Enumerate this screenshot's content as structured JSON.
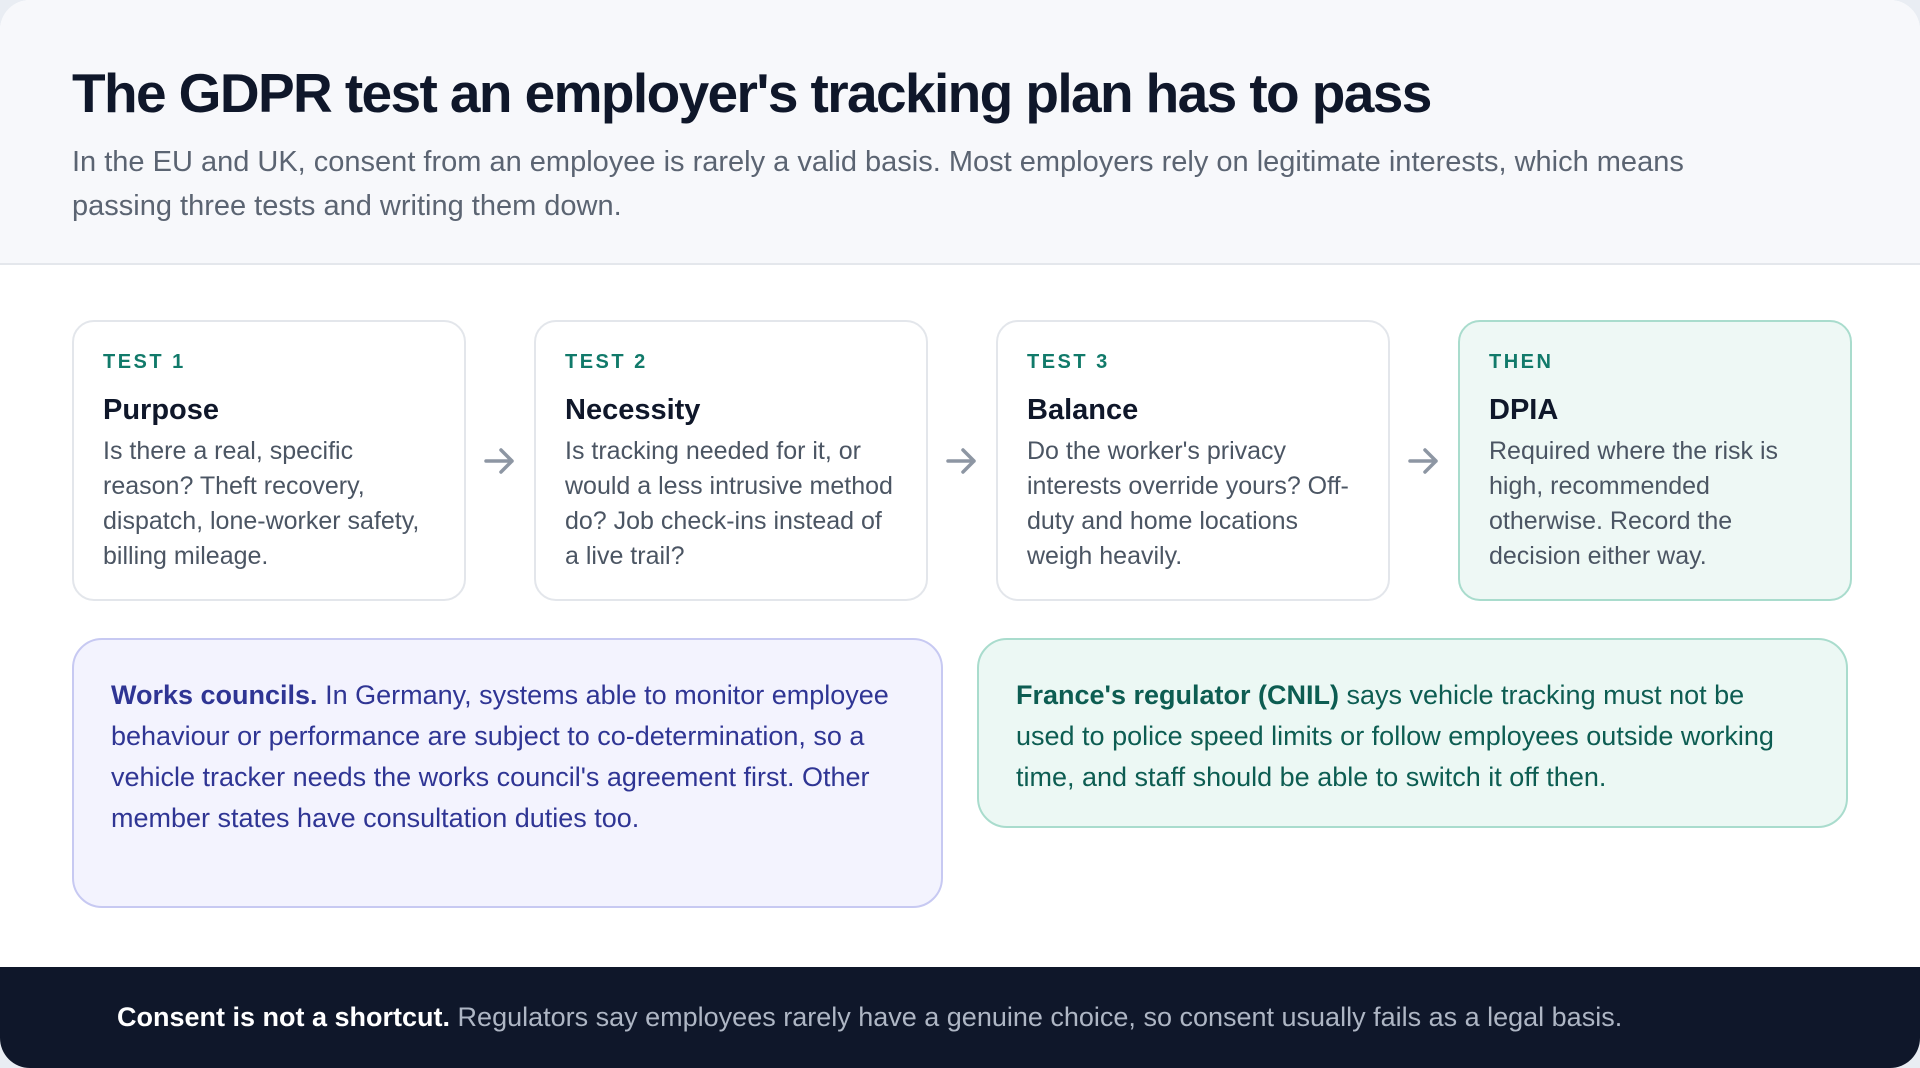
{
  "header": {
    "title": "The GDPR test an employer's tracking plan has to pass",
    "subtitle": "In the EU and UK, consent from an employee is rarely a valid basis. Most employers rely on legitimate interests, which means passing three tests and writing them down."
  },
  "steps": [
    {
      "kicker": "TEST 1",
      "title": "Purpose",
      "body": "Is there a real, specific reason? Theft recovery, dispatch, lone-worker safety, billing mileage."
    },
    {
      "kicker": "TEST 2",
      "title": "Necessity",
      "body": "Is tracking needed for it, or would a less intrusive method do? Job check-ins instead of a live trail?"
    },
    {
      "kicker": "TEST 3",
      "title": "Balance",
      "body": "Do the worker's privacy interests override yours? Off-duty and home locations weigh heavily."
    },
    {
      "kicker": "THEN",
      "title": "DPIA",
      "body": "Required where the risk is high, recommended otherwise. Record the decision either way."
    }
  ],
  "icons": {
    "arrow": "arrow-right-icon"
  },
  "notes": {
    "works": {
      "lead": "Works councils.",
      "text": " In Germany, systems able to monitor employee behaviour or performance are subject to co-determination, so a vehicle tracker needs the works council's agreement first. Other member states have consultation duties too."
    },
    "cnil": {
      "lead": "France's regulator (CNIL)",
      "text": " says vehicle tracking must not be used to police speed limits or follow employees outside working time, and staff should be able to switch it off then."
    }
  },
  "footer": {
    "lead": "Consent is not a shortcut.",
    "text": " Regulators say employees rarely have a genuine choice, so consent usually fails as a legal basis."
  },
  "colors": {
    "accent_teal": "#117a6a",
    "works_text": "#2f3594",
    "cnil_text": "#0d5d52",
    "footer_bg": "#0f172a"
  }
}
